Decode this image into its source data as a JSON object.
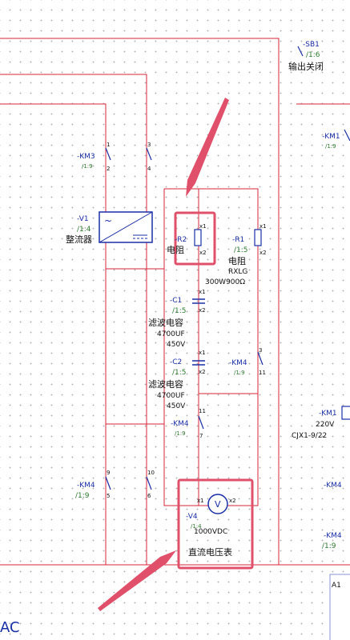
{
  "colors": {
    "wire": "#d9263a",
    "device": "#1a2ea6",
    "ref": "#2f7a2f",
    "text": "#111111",
    "box": "#8a93d6",
    "highlight": "#e0506a"
  },
  "labels": {
    "sb1_tag": "-SB1",
    "sb1_ref": "/1:6",
    "sb1_name": "输出关闭",
    "km3_tag": "-KM3",
    "km3_ref": "/1:9",
    "km3_p1": "1",
    "km3_p2": "2",
    "km3_p3": "3",
    "km3_p4": "4",
    "km1r_tag": "-KM1",
    "km1r_ref": "/1:9",
    "v1_tag": "-V1",
    "v1_ref": "/1:4",
    "v1_name": "整流器",
    "r2_tag": "-R2",
    "r2_name": "电阻",
    "r2_x1": "x1",
    "r2_x2": "x2",
    "r1_tag": "-R1",
    "r1_ref": "/1:5",
    "r1_name": "电阻",
    "r1_model": "RXLG",
    "r1_spec": "300W900Ω",
    "r1_x1": "x1",
    "r1_x2": "x2",
    "c1_tag": "-C1",
    "c1_ref": "/1:5",
    "c1_name": "滤波电容",
    "c1_cap": "4700UF",
    "c1_v": "450V",
    "c1_x1": "x1",
    "c1_x2": "x2",
    "c2_tag": "-C2",
    "c2_ref": "/1:5",
    "c2_name": "滤波电容",
    "c2_cap": "4700UF",
    "c2_v": "450V",
    "c2_x1": "x1",
    "c2_x2": "x2",
    "km4a_tag": "-KM4",
    "km4a_ref": "/1:9",
    "km4a_p1": "3",
    "km4a_p2": "11",
    "km4b_tag": "-KM4",
    "km4b_ref": "/1:9",
    "km4b_p1": "11",
    "km4b_p2": "7",
    "km4c_tag": "-KM4",
    "km4c_ref": "/1:9",
    "km4c_p1": "9",
    "km4c_p2": "5",
    "km4c_p3": "10",
    "km4c_p4": "6",
    "km1_tag": "-KM1",
    "km1_v": "220V",
    "km1_model": "CJX1-9/22",
    "km4r1_tag": "-KM4",
    "km4r2_tag": "-KM4",
    "km4r2_ref": "/1:9",
    "v4_tag": "-V4",
    "v4_ref": "/1:4",
    "v4_symbol": "V",
    "v4_range": "1000VDC",
    "v4_name": "直流电压表",
    "v4_x1": "x1",
    "v4_x2": "x2",
    "a1_tag": "A1",
    "ac_text": "AC"
  }
}
